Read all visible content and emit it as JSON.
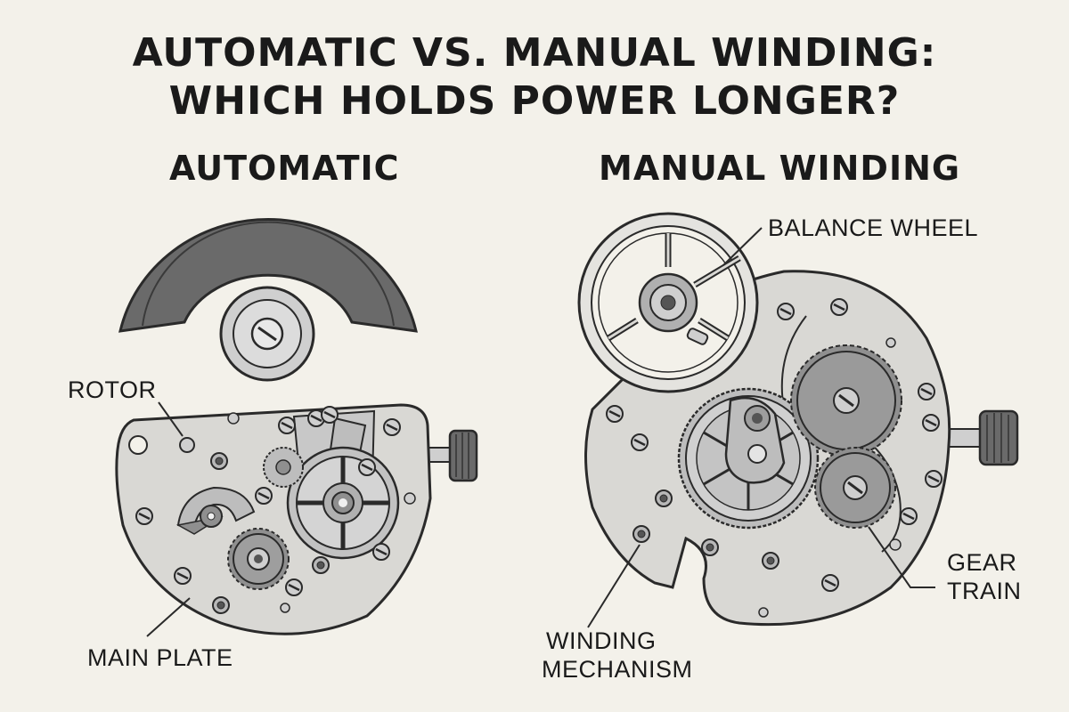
{
  "title": {
    "line1": "AUTOMATIC VS. MANUAL WINDING:",
    "line2": "WHICH HOLDS POWER LONGER?"
  },
  "automatic": {
    "heading": "AUTOMATIC",
    "labels": {
      "rotor": "ROTOR",
      "main_plate": "MAIN PLATE"
    }
  },
  "manual": {
    "heading": "MANUAL WINDING",
    "labels": {
      "balance_wheel": "BALANCE WHEEL",
      "gear_train_line1": "GEAR",
      "gear_train_line2": "TRAIN",
      "winding_line1": "WINDING",
      "winding_line2": "MECHANISM"
    }
  },
  "colors": {
    "background": "#f3f1ea",
    "plate": "#d9d8d4",
    "rotor_dark": "#6a6a6a",
    "gear_dark": "#8f8f8f",
    "line": "#2a2a2a"
  }
}
